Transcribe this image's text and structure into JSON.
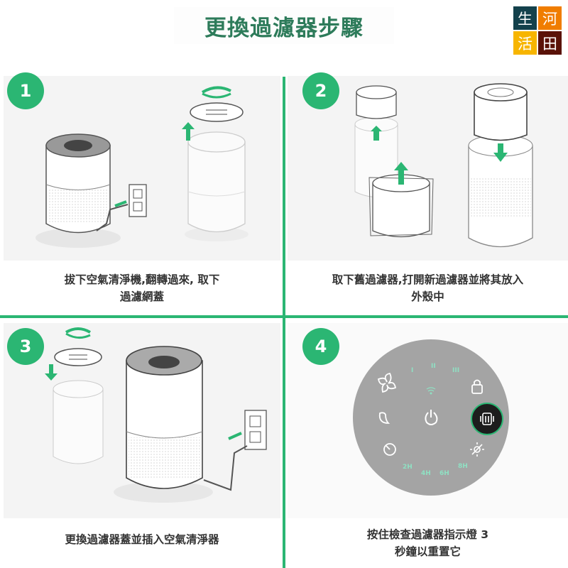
{
  "header": {
    "title": "更換過濾器步驟",
    "title_color": "#2d7b5a"
  },
  "logo": {
    "cells": [
      {
        "char": "生",
        "bg": "#13414c"
      },
      {
        "char": "河",
        "bg": "#f07d00"
      },
      {
        "char": "活",
        "bg": "#f7b500"
      },
      {
        "char": "田",
        "bg": "#5a1208"
      }
    ]
  },
  "accent_color": "#2bb673",
  "steps": [
    {
      "number": "1",
      "caption_line1": "拔下空氣清淨機,翻轉過來, 取下",
      "caption_line2": "過濾網蓋",
      "illustration": "unplug-purifier-remove-cover"
    },
    {
      "number": "2",
      "caption_line1": "取下舊過濾器,打開新過濾器並將其放入",
      "caption_line2": "外殼中",
      "illustration": "replace-filter"
    },
    {
      "number": "3",
      "caption_line1": "更換過濾器蓋並插入空氣清淨器",
      "caption_line2": "",
      "illustration": "reattach-cover-plug-in"
    },
    {
      "number": "4",
      "caption_line1": "按住檢查過濾器指示燈 3",
      "caption_line2": "秒鐘以重置它",
      "illustration": "control-panel"
    }
  ],
  "control_panel": {
    "fan_speeds": [
      "I",
      "II",
      "III"
    ],
    "timer_labels": [
      "2H",
      "4H",
      "6H",
      "8H"
    ],
    "buttons": [
      "fan-speed",
      "sleep-mode",
      "timer",
      "power",
      "wifi",
      "lock",
      "check-filter",
      "display-off"
    ],
    "highlighted_button": "check-filter"
  }
}
